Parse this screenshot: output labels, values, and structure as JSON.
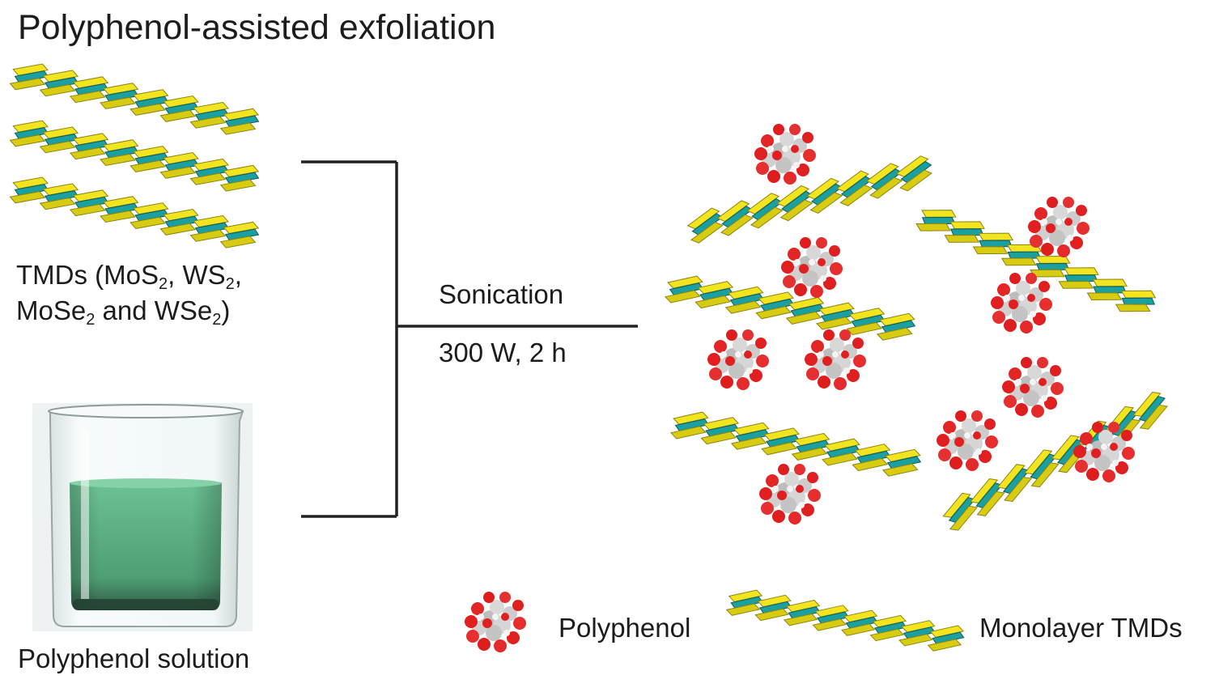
{
  "title": "Polyphenol-assisted exfoliation",
  "tmd_label": {
    "line1_a": "TMDs (MoS",
    "line1_b": "2",
    "line1_c": ", WS",
    "line1_d": "2",
    "line1_e": ",",
    "line2_a": "MoSe",
    "line2_b": "2",
    "line2_c": " and WSe",
    "line2_d": "2",
    "line2_e": ")"
  },
  "beaker_label": "Polyphenol solution",
  "process": {
    "method": "Sonication",
    "conditions": "300 W, 2 h"
  },
  "legend": {
    "polyphenol": "Polyphenol",
    "monolayer": "Monolayer TMDs"
  },
  "colors": {
    "sulfur_yellow": "#e8dc1a",
    "metal_teal": "#1a9c9c",
    "oxygen_red": "#e02020",
    "carbon_grey": "#cfcfcf",
    "solution_green": "#5fb386",
    "line": "#222222"
  }
}
